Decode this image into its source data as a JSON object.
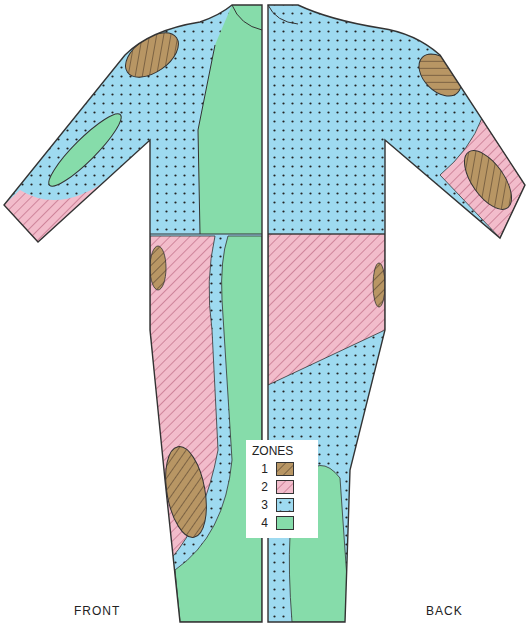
{
  "diagram": {
    "labels": [
      "ZONES",
      "FRONT",
      "BACK"
    ],
    "legend": [
      {
        "text": "1"
      },
      {
        "text": "2"
      },
      {
        "text": "3"
      },
      {
        "text": "4",
        "color": "#86dcaa"
      }
    ]
  }
}
